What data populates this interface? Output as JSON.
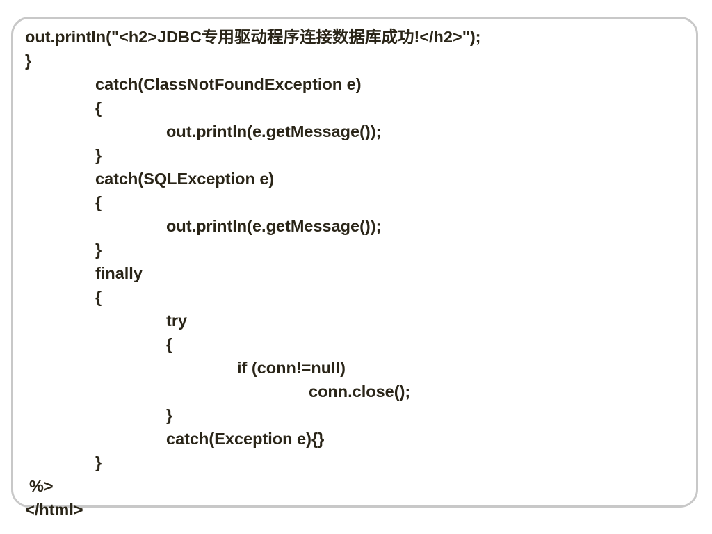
{
  "slide": {
    "code_lines": [
      "out.println(\"<h2>JDBC专用驱动程序连接数据库成功!</h2>\");",
      "}",
      "catch(ClassNotFoundException e)",
      "{",
      "out.println(e.getMessage());",
      "}",
      "catch(SQLException e)",
      "{",
      "out.println(e.getMessage());",
      "}",
      "finally",
      "{",
      "try",
      "{",
      "if (conn!=null)",
      "conn.close();",
      "}",
      "catch(Exception e){}",
      "}",
      "%>",
      "</html>"
    ]
  }
}
